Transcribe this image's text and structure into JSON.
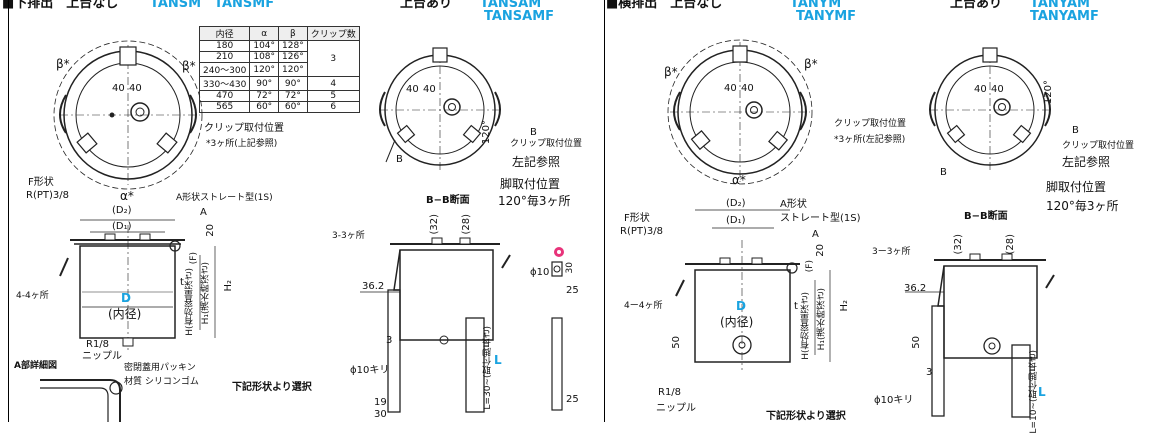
{
  "header": {
    "left_title": "■下排出　上台なし",
    "left_models": "TANSM　TANSMF",
    "left_mid_title": "上台あり",
    "left_mid_models_1": "TANSAM",
    "left_mid_models_2": "TANSAMF",
    "right_title": "■横排出　上台なし",
    "right_models": "TANYM",
    "right_models_2": "TANYMF",
    "right_mid_title": "上台あり",
    "right_mid_models_1": "TANYAM",
    "right_mid_models_2": "TANYAMF"
  },
  "table": {
    "headers": [
      "内径",
      "α",
      "β",
      "クリップ数"
    ],
    "rows": [
      [
        "180",
        "104°",
        "128°",
        ""
      ],
      [
        "210",
        "108°",
        "126°",
        "3"
      ],
      [
        "240～300",
        "120°",
        "120°",
        ""
      ],
      [
        "330～430",
        "90°",
        "90°",
        "4"
      ],
      [
        "470",
        "72°",
        "72°",
        "5"
      ],
      [
        "565",
        "60°",
        "60°",
        "6"
      ]
    ]
  },
  "labels": {
    "beta": "β*",
    "alpha": "α*",
    "dim_40_a": "40",
    "dim_40_b": "40",
    "clip_pos": "クリップ取付位置",
    "clip_note_3": "*3ヶ所(上記参照)",
    "clip_note_left": "*3ヶ所(左記参照)",
    "deg_120": "120°",
    "b_letter": "B",
    "see_left": "左記参照",
    "leg_pos": "脚取付位置",
    "leg_note": "120°毎3ヶ所",
    "f_shape": "F形状",
    "rpt": "R(PT)3/8",
    "a_shape": "A形状ストレート型(1S)",
    "a_shape_1": "A形状",
    "a_shape_2": "ストレート型(1S)",
    "d2": "(D₂)",
    "d1": "(D₁)",
    "a_letter": "A",
    "dim_20": "20",
    "f_paren": "(F)",
    "t": "t",
    "h2": "H₂",
    "h1": "H₁(満水時深さ)",
    "h_eff": "H(有効容量深さ)",
    "d_big": "D",
    "inner_dia": "(内径)",
    "four_places": "4-4ヶ所",
    "four_places_2": "4ー4ヶ所",
    "three_places": "3-3ヶ所",
    "three_places_2": "3ー3ヶ所",
    "r18": "R1/8",
    "nipple": "ニップル",
    "a_detail": "A部詳細図",
    "packing_1": "密閉蓋用パッキン",
    "packing_2": "材質 シリコンゴム",
    "select_below": "下記形状より選択",
    "bb_section": "B−B断面",
    "dim_32": "(32)",
    "dim_28": "(28)",
    "dim_36_2": "36.2",
    "dim_3": "3",
    "phi10": "ϕ10",
    "dim_30": "30",
    "dim_25": "25",
    "dim_19": "19",
    "phi10_drill": "ϕ10キリ",
    "l_letter": "L",
    "l_note": "L=30~(取付脚長さ)",
    "l_note_2": "L=10~(取付脚長さ)",
    "dim_50": "50",
    "dim_3b": "3"
  }
}
